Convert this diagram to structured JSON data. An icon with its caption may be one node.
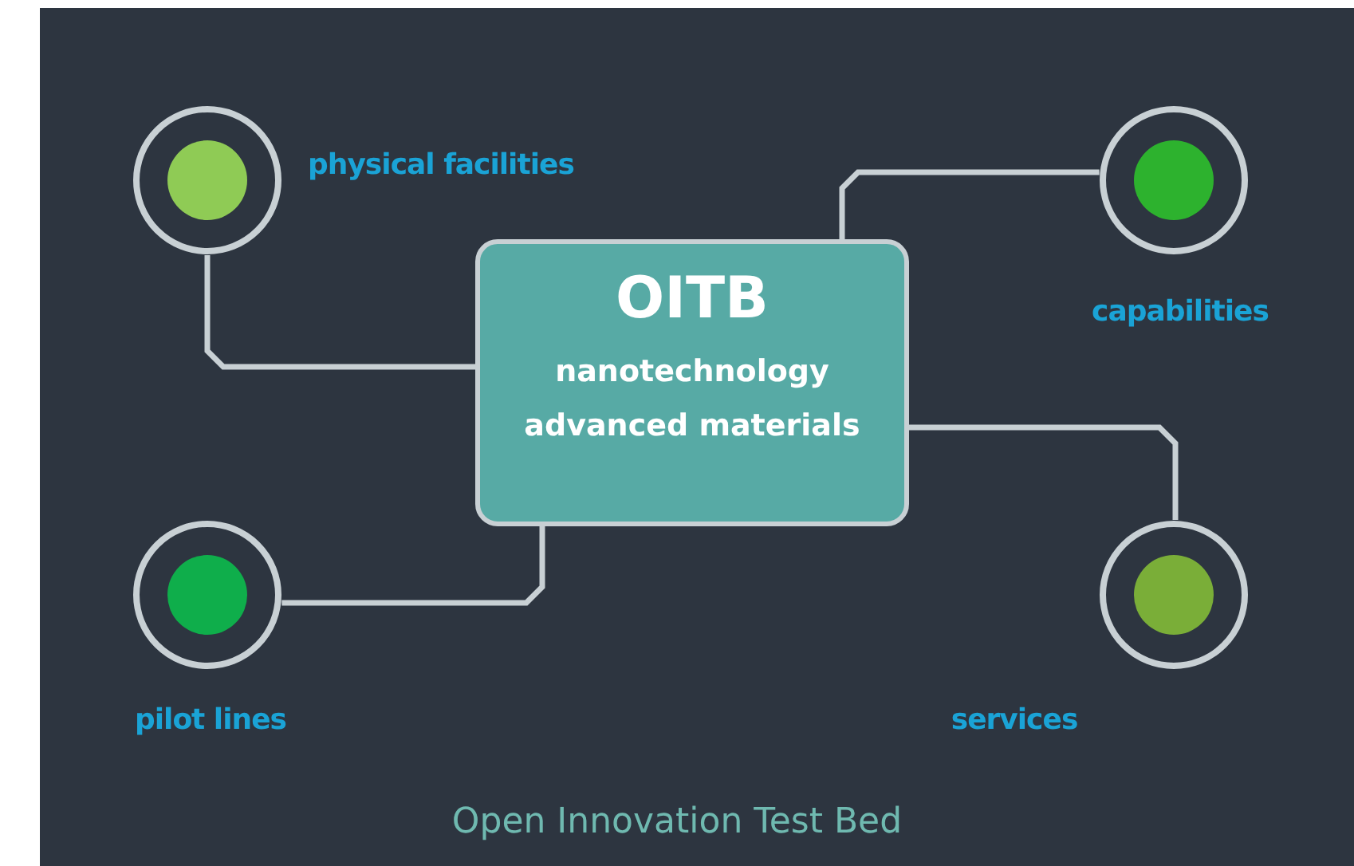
{
  "diagram": {
    "caption": "Open Innovation Test Bed",
    "nodes": [
      {
        "text": [
          "OITB",
          "nanotechnology",
          "advanced materials"
        ]
      },
      {
        "text": [
          "physical facilities"
        ]
      },
      {
        "text": [
          "capabilities"
        ]
      },
      {
        "text": [
          "pilot lines"
        ]
      },
      {
        "text": [
          "services"
        ]
      }
    ],
    "edges": [
      {
        "from": 1,
        "to": 0,
        "arrow": "none"
      },
      {
        "from": 0,
        "to": 2,
        "arrow": "none"
      },
      {
        "from": 0,
        "to": 3,
        "arrow": "none"
      },
      {
        "from": 0,
        "to": 4,
        "arrow": "none"
      }
    ]
  }
}
